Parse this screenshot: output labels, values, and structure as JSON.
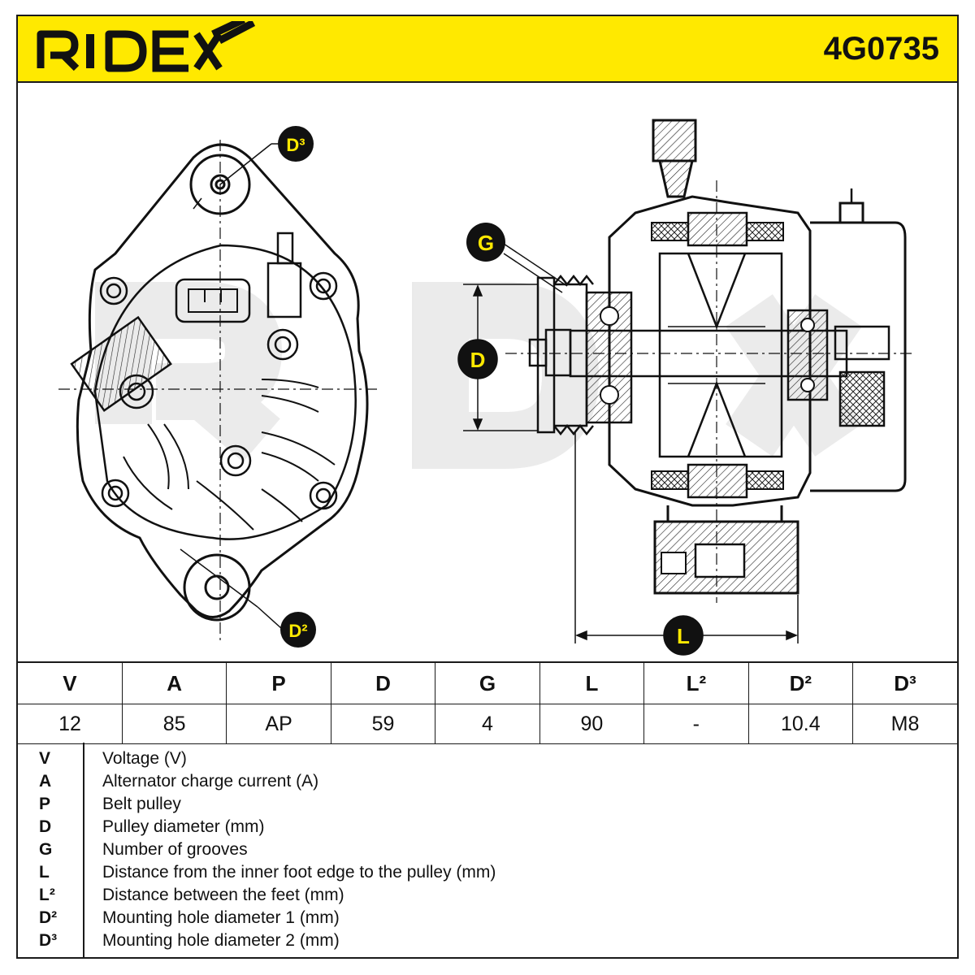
{
  "header": {
    "brand": "RIDEX",
    "part_number": "4G0735",
    "color": "#ffe900"
  },
  "diagram": {
    "label_d3": "D³",
    "label_d2": "D²",
    "label_g": "G",
    "label_d": "D",
    "label_l": "L",
    "watermark": "RIDEX"
  },
  "specs": {
    "headers": [
      "V",
      "A",
      "P",
      "D",
      "G",
      "L",
      "L²",
      "D²",
      "D³"
    ],
    "values": [
      "12",
      "85",
      "AP",
      "59",
      "4",
      "90",
      "-",
      "10.4",
      "M8"
    ]
  },
  "legend": [
    {
      "key": "V",
      "text": "Voltage (V)"
    },
    {
      "key": "A",
      "text": "Alternator charge current (A)"
    },
    {
      "key": "P",
      "text": "Belt pulley"
    },
    {
      "key": "D",
      "text": "Pulley diameter (mm)"
    },
    {
      "key": "G",
      "text": "Number of grooves"
    },
    {
      "key": "L",
      "text": "Distance from the inner foot edge to the pulley (mm)"
    },
    {
      "key": "L²",
      "text": "Distance between the feet (mm)"
    },
    {
      "key": "D²",
      "text": "Mounting hole diameter 1 (mm)"
    },
    {
      "key": "D³",
      "text": "Mounting hole diameter 2 (mm)"
    }
  ]
}
